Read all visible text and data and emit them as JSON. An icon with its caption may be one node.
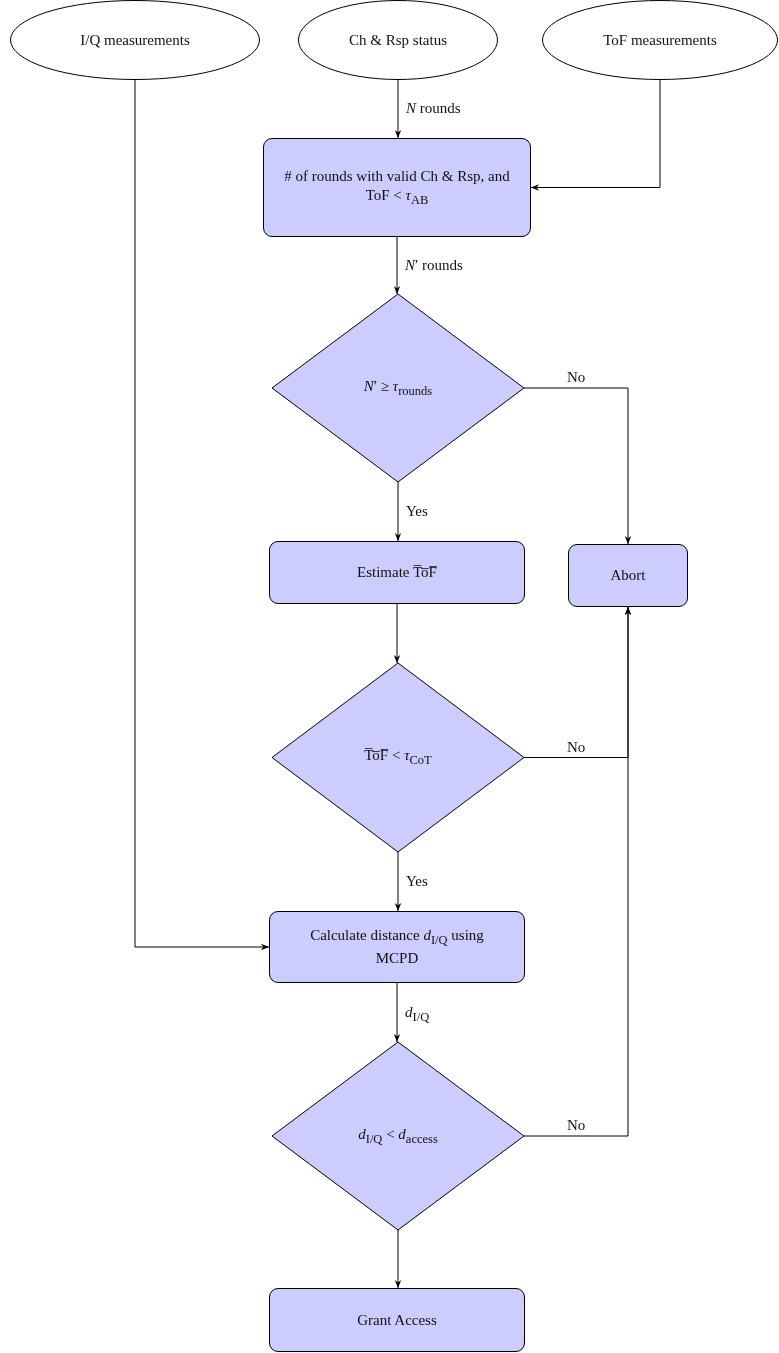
{
  "diagram": {
    "nodes": [
      {
        "text": [
          "I/Q measurements"
        ]
      },
      {
        "text": [
          "Ch & Rsp status"
        ]
      },
      {
        "text": [
          "ToF measurements"
        ]
      },
      {
        "text": [
          "# of rounds with valid Ch & Rsp, and ToF < *τ*$_{AB}$"
        ]
      },
      {
        "text": [
          "*N*′ ≥ *τ*$_{rounds}$"
        ]
      },
      {
        "text": [
          "Estimate T̅o̅F̅"
        ]
      },
      {
        "text": [
          "Abort"
        ]
      },
      {
        "text": [
          "T̅o̅F̅ < *τ*$_{CoT}$"
        ]
      },
      {
        "text": [
          "Calculate distance *d*$_{I/Q}$ using MCPD"
        ]
      },
      {
        "text": [
          "*d*$_{I/Q}$ < *d*$_{access}$"
        ]
      },
      {
        "text": [
          "Grant Access"
        ]
      }
    ],
    "edges": [
      {
        "from": 1,
        "to": 3,
        "arrow": "to",
        "label": "*N* rounds"
      },
      {
        "from": 2,
        "to": 3,
        "arrow": "to"
      },
      {
        "from": 3,
        "to": 4,
        "arrow": "to",
        "label": "*N*′ rounds"
      },
      {
        "from": 4,
        "to": 5,
        "arrow": "to",
        "label": "Yes"
      },
      {
        "from": 4,
        "to": 6,
        "arrow": "to",
        "label": "No"
      },
      {
        "from": 5,
        "to": 7,
        "arrow": "to"
      },
      {
        "from": 7,
        "to": 6,
        "arrow": "to",
        "label": "No"
      },
      {
        "from": 0,
        "to": 8,
        "arrow": "to"
      },
      {
        "from": 7,
        "to": 8,
        "arrow": "to",
        "label": "Yes"
      },
      {
        "from": 8,
        "to": 9,
        "arrow": "to",
        "label": "*d*$_{I/Q}$"
      },
      {
        "from": 9,
        "to": 10,
        "arrow": "to"
      },
      {
        "from": 9,
        "to": 6,
        "arrow": "to",
        "label": "No"
      }
    ]
  }
}
